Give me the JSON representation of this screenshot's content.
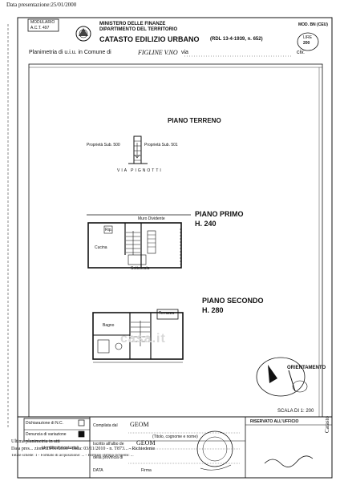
{
  "header": {
    "date_presentazione": "Data presentazione:25/01/2000",
    "modulario_line1": "MODULARIO",
    "modulario_line2": "A.C.T. 497",
    "ministero": "MINISTERO DELLE FINANZE",
    "dipartimento": "DIPARTIMENTO DEL TERRITORIO",
    "catasto": "CATASTO EDILIZIO URBANO",
    "rdl": "(RDL 13-4-1939, n. 652)",
    "mod": "MOD. BN (CEU)",
    "lire_label": "LIRE",
    "lire_value": "200",
    "planimetria": "Planimetria di u.i.u. in Comune di",
    "comune": "FIGLINE V.NO",
    "via_label": "via",
    "civ_label": "civ."
  },
  "plan": {
    "piano_terreno": "PIANO TERRENO",
    "proprieta_500": "Proprietà Sub. 500",
    "proprieta_501": "Proprietà Sub. 501",
    "via_pignotti": "VIA PIGNOTTI",
    "piano_primo": "PIANO PRIMO",
    "h_primo": "H. 240",
    "muro_divisorio": "Muro Dividente",
    "rip": "Rip.",
    "cucina": "Cucina",
    "sottoscala": "Sottoscala",
    "piano_secondo": "PIANO SECONDO",
    "h_secondo": "H. 280",
    "terrazza": "Terrazza",
    "bagno": "Bagno",
    "orientamento": "ORIENTAMENTO",
    "scala": "SCALA DI 1: 200",
    "watermark": "casa.it"
  },
  "footer": {
    "dichiarazione_nc": "Dichiarazione di N.C.",
    "denuncia_variazione": "Denuncia di variazione",
    "compilata_da": "Compilata dal",
    "compilata_value": "GEOM",
    "compilata_sub": "(Titolo, cognome e nome)",
    "iscritto_albo": "Iscritto all'albo de",
    "iscritto_value": "GEOM",
    "della_provincia": "della provincia di",
    "data_label": "DATA",
    "firma_label": "Firma",
    "riservato": "RISERVATO ALL'UFFICIO",
    "identificativi": "Identificativi catastali",
    "ultima_planimetria": "Ultima planimetria in atti",
    "data_line": "Data pres... zione:25/01/2000 - Data: 03/11/2010 - n. T873... - Richiedente",
    "totale_line": "Totale schede: 1 - Formato di acquisizione: ... - Formato stampa richiesto: ...",
    "catasto_side": "Catasto"
  },
  "colors": {
    "ink": "#111111",
    "paper": "#ffffff",
    "watermark": "#d8d8d8",
    "grey": "#9a9a9a"
  }
}
